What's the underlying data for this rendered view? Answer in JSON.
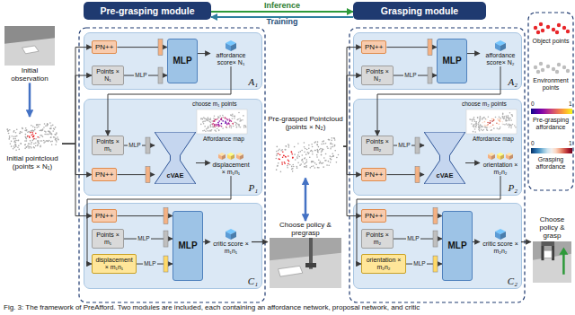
{
  "diagram": {
    "caption": "Fig. 3: The framework of PreAfford. Two modules are included, each containing an affordance network, proposal network, and critic",
    "nodes": [
      {
        "text": [
          "Pre-grasping module"
        ]
      },
      {
        "text": [
          "Grasping module"
        ]
      },
      {
        "text": [
          "Initial observation"
        ]
      },
      {
        "text": [
          "Initial pointcloud (points × N₁)"
        ]
      },
      {
        "text": [
          "A₁"
        ]
      },
      {
        "text": [
          "PN++"
        ],
        "in": 4
      },
      {
        "text": [
          "Points × N₁"
        ],
        "in": 4
      },
      {
        "text": [
          "MLP"
        ],
        "in": 4
      },
      {
        "text": [
          "affordance score× N₁"
        ],
        "in": 4
      },
      {
        "text": [
          "P₁"
        ]
      },
      {
        "text": [
          "Points × m₁"
        ],
        "in": 9
      },
      {
        "text": [
          "PN++"
        ],
        "in": 9
      },
      {
        "text": [
          "cVAE"
        ],
        "in": 9
      },
      {
        "text": [
          "displacement × m₁n₁"
        ],
        "in": 9
      },
      {
        "text": [
          "C₁"
        ]
      },
      {
        "text": [
          "PN++"
        ],
        "in": 14
      },
      {
        "text": [
          "Points × m₁"
        ],
        "in": 14
      },
      {
        "text": [
          "displacement × m₁n₁"
        ],
        "in": 14
      },
      {
        "text": [
          "MLP"
        ],
        "in": 14
      },
      {
        "text": [
          "critic score × m₁n₁"
        ],
        "in": 14
      },
      {
        "text": [
          "Pre-grasped Pointcloud (points × N₂)"
        ]
      },
      {
        "text": [
          "Choose policy & pregrasp"
        ]
      },
      {
        "text": [
          "A₂"
        ]
      },
      {
        "text": [
          "PN++"
        ],
        "in": 22
      },
      {
        "text": [
          "Points × N₂"
        ],
        "in": 22
      },
      {
        "text": [
          "MLP"
        ],
        "in": 22
      },
      {
        "text": [
          "affordance score× N₂"
        ],
        "in": 22
      },
      {
        "text": [
          "P₂"
        ]
      },
      {
        "text": [
          "Points × m₂"
        ],
        "in": 27
      },
      {
        "text": [
          "PN++"
        ],
        "in": 27
      },
      {
        "text": [
          "cVAE"
        ],
        "in": 27
      },
      {
        "text": [
          "orientation × m₂n₂"
        ],
        "in": 27
      },
      {
        "text": [
          "C₂"
        ]
      },
      {
        "text": [
          "PN++"
        ],
        "in": 32
      },
      {
        "text": [
          "Points × m₂"
        ],
        "in": 32
      },
      {
        "text": [
          "orientation × m₂n₂"
        ],
        "in": 32
      },
      {
        "text": [
          "MLP"
        ],
        "in": 32
      },
      {
        "text": [
          "critic score × m₂n₂"
        ],
        "in": 32
      },
      {
        "text": [
          "Choose policy & grasp"
        ]
      }
    ],
    "edges": [
      {
        "from": 0,
        "to": 1,
        "label": "Inference",
        "arrow": "to"
      },
      {
        "from": 1,
        "to": 0,
        "label": "Training",
        "arrow": "to"
      },
      {
        "from": 2,
        "to": 3,
        "arrow": "to"
      },
      {
        "from": 3,
        "to": 5,
        "arrow": "to"
      },
      {
        "from": 3,
        "to": 6,
        "arrow": "to"
      },
      {
        "from": 3,
        "to": 11,
        "arrow": "to"
      },
      {
        "from": 3,
        "to": 15,
        "arrow": "to"
      },
      {
        "from": 5,
        "to": 7,
        "arrow": "to"
      },
      {
        "from": 6,
        "to": 7,
        "label": "MLP",
        "arrow": "to"
      },
      {
        "from": 7,
        "to": 8,
        "arrow": "to"
      },
      {
        "from": 8,
        "to": 10,
        "arrow": "to"
      },
      {
        "from": 10,
        "to": 12,
        "label": "MLP",
        "arrow": "to"
      },
      {
        "from": 11,
        "to": 12,
        "arrow": "to"
      },
      {
        "from": 12,
        "to": 13,
        "arrow": "to"
      },
      {
        "from": 13,
        "to": 17,
        "arrow": "to"
      },
      {
        "from": 15,
        "to": 18,
        "arrow": "to"
      },
      {
        "from": 16,
        "to": 18,
        "label": "MLP",
        "arrow": "to"
      },
      {
        "from": 17,
        "to": 18,
        "label": "MLP",
        "arrow": "to"
      },
      {
        "from": 18,
        "to": 19,
        "arrow": "to"
      },
      {
        "from": 19,
        "to": 21,
        "arrow": "to"
      },
      {
        "from": 21,
        "to": 20,
        "arrow": "both"
      },
      {
        "from": 20,
        "to": 23,
        "arrow": "to"
      },
      {
        "from": 20,
        "to": 24,
        "arrow": "to"
      },
      {
        "from": 20,
        "to": 29,
        "arrow": "to"
      },
      {
        "from": 20,
        "to": 33,
        "arrow": "to"
      },
      {
        "from": 23,
        "to": 25,
        "arrow": "to"
      },
      {
        "from": 24,
        "to": 25,
        "label": "MLP",
        "arrow": "to"
      },
      {
        "from": 25,
        "to": 26,
        "arrow": "to"
      },
      {
        "from": 26,
        "to": 28,
        "arrow": "to"
      },
      {
        "from": 28,
        "to": 30,
        "label": "MLP",
        "arrow": "to"
      },
      {
        "from": 29,
        "to": 30,
        "arrow": "to"
      },
      {
        "from": 30,
        "to": 31,
        "arrow": "to"
      },
      {
        "from": 31,
        "to": 35,
        "arrow": "to"
      },
      {
        "from": 33,
        "to": 36,
        "arrow": "to"
      },
      {
        "from": 34,
        "to": 36,
        "label": "MLP",
        "arrow": "to"
      },
      {
        "from": 35,
        "to": 36,
        "label": "MLP",
        "arrow": "to"
      },
      {
        "from": 36,
        "to": 37,
        "arrow": "to"
      },
      {
        "from": 37,
        "to": 38,
        "arrow": "to"
      }
    ],
    "labels": [
      "choose m₁ points",
      "Affordance map",
      "choose m₂ points",
      "Affordance map",
      "0",
      "1",
      "0",
      "1"
    ],
    "legend": [
      {
        "text": "Object points",
        "color": "#e8262a"
      },
      {
        "text": "Environment points",
        "color": "#bdbdbd"
      },
      {
        "text": "Pre-grasping affordance"
      },
      {
        "text": "Grasping affordance"
      }
    ]
  }
}
